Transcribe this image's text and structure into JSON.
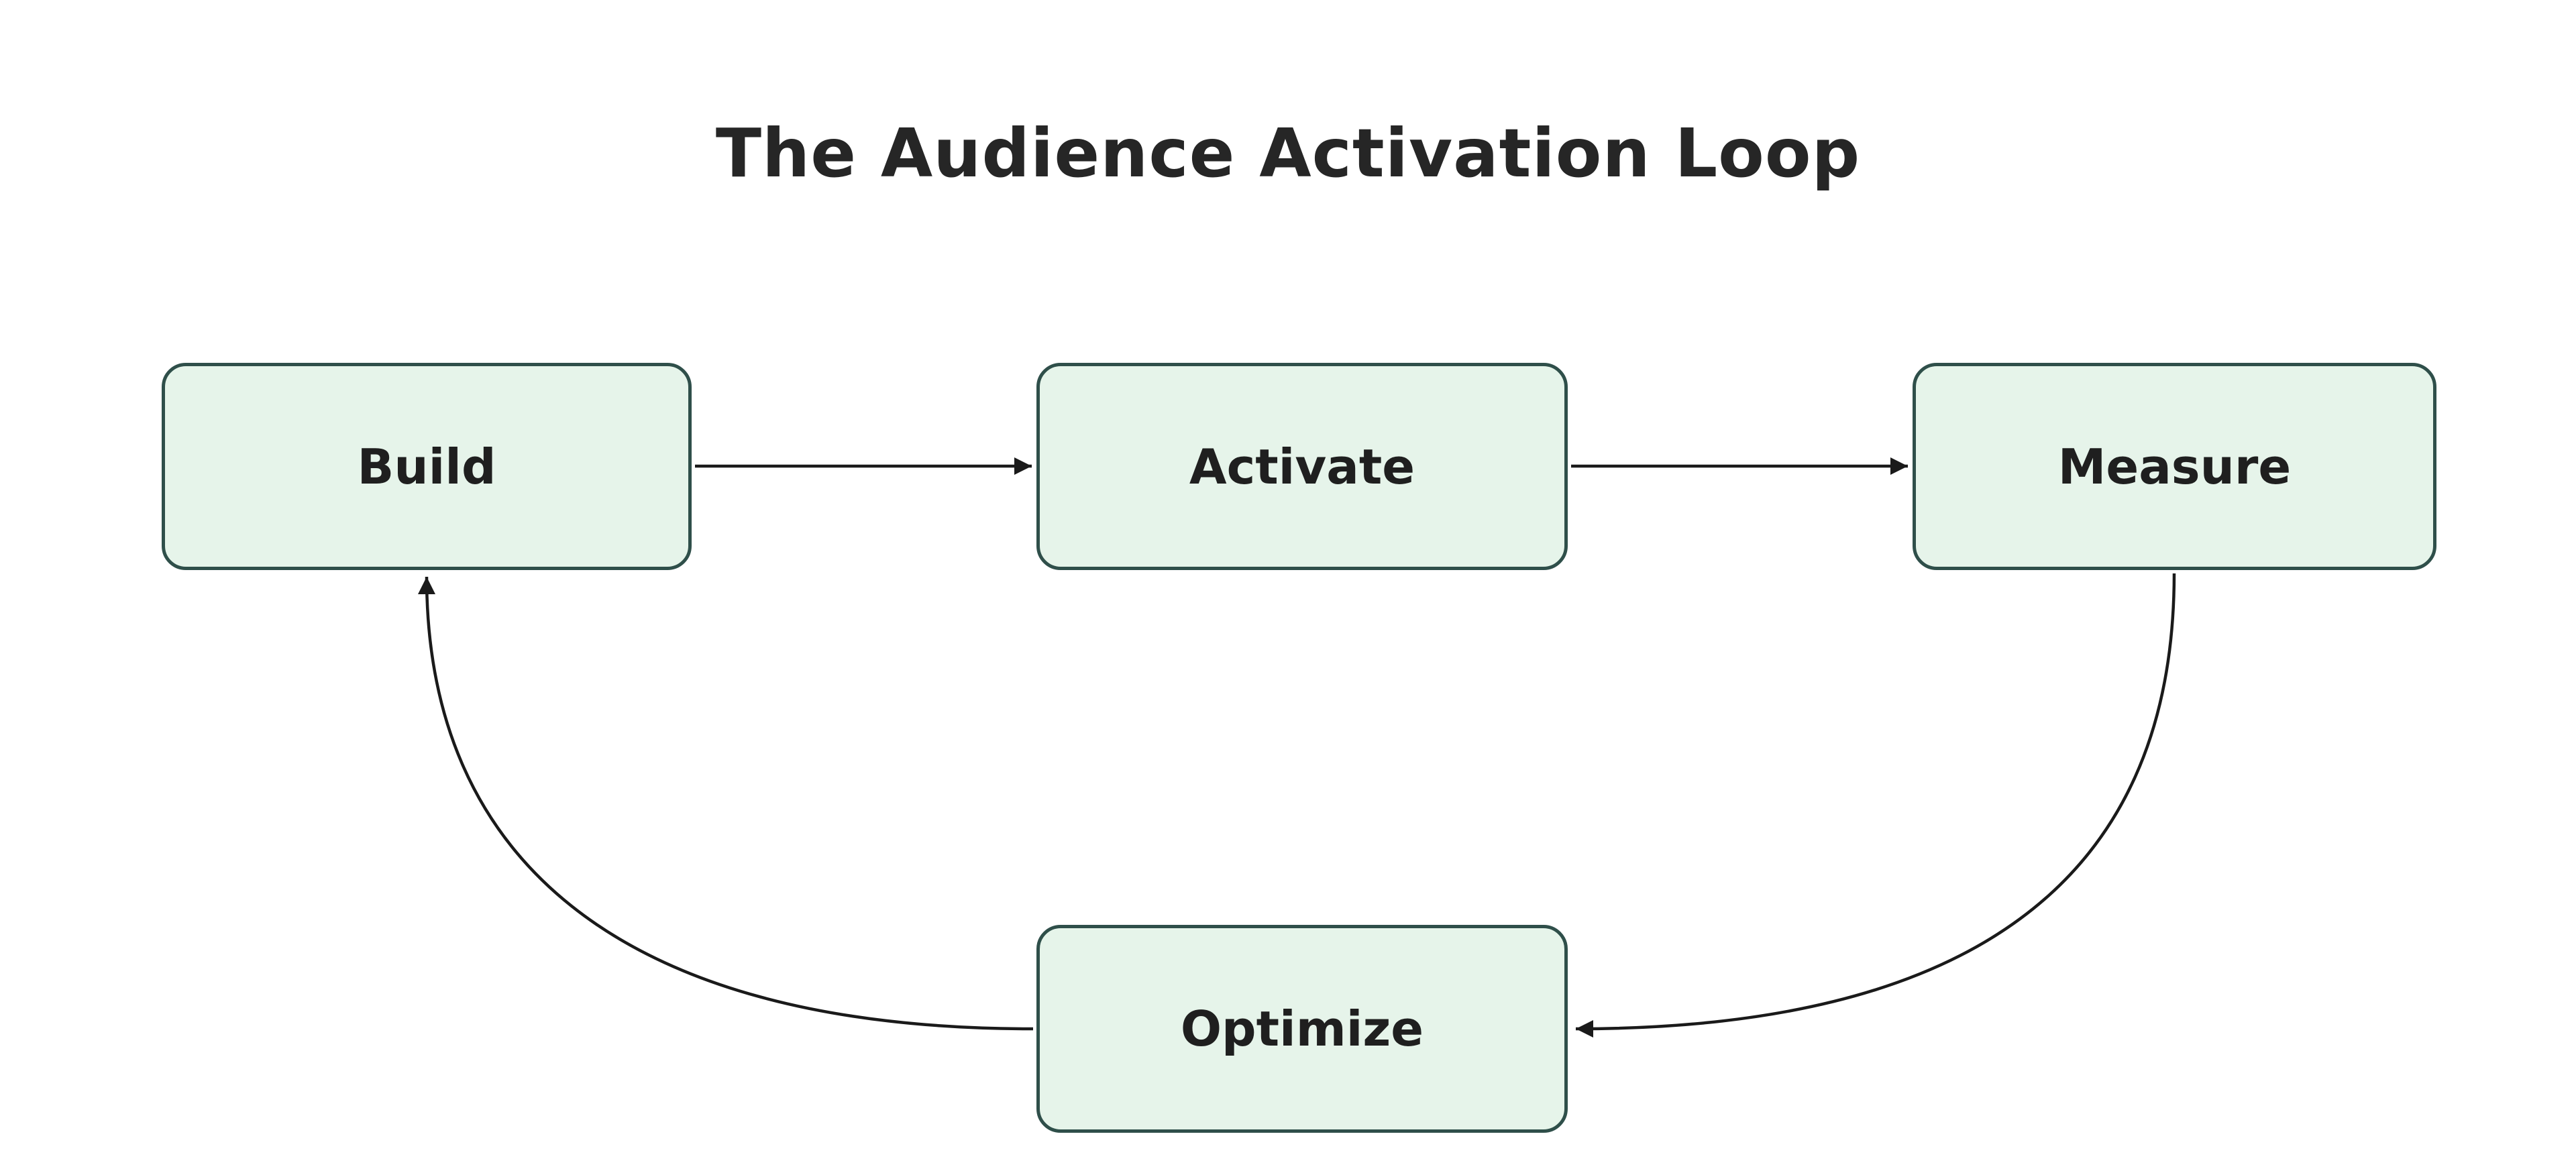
{
  "title": "The Audience Activation Loop",
  "nodes": [
    {
      "id": "build",
      "label": "Build"
    },
    {
      "id": "activate",
      "label": "Activate"
    },
    {
      "id": "measure",
      "label": "Measure"
    },
    {
      "id": "optimize",
      "label": "Optimize"
    }
  ],
  "edges": [
    {
      "from": "build",
      "to": "activate"
    },
    {
      "from": "activate",
      "to": "measure"
    },
    {
      "from": "measure",
      "to": "optimize"
    },
    {
      "from": "optimize",
      "to": "build"
    }
  ],
  "colors": {
    "title_color": "#262626",
    "node_fill": "#e6f4ea",
    "node_border": "#2f4f4a",
    "node_text": "#1f1f1f",
    "arrow_color": "#1a1a1a"
  }
}
